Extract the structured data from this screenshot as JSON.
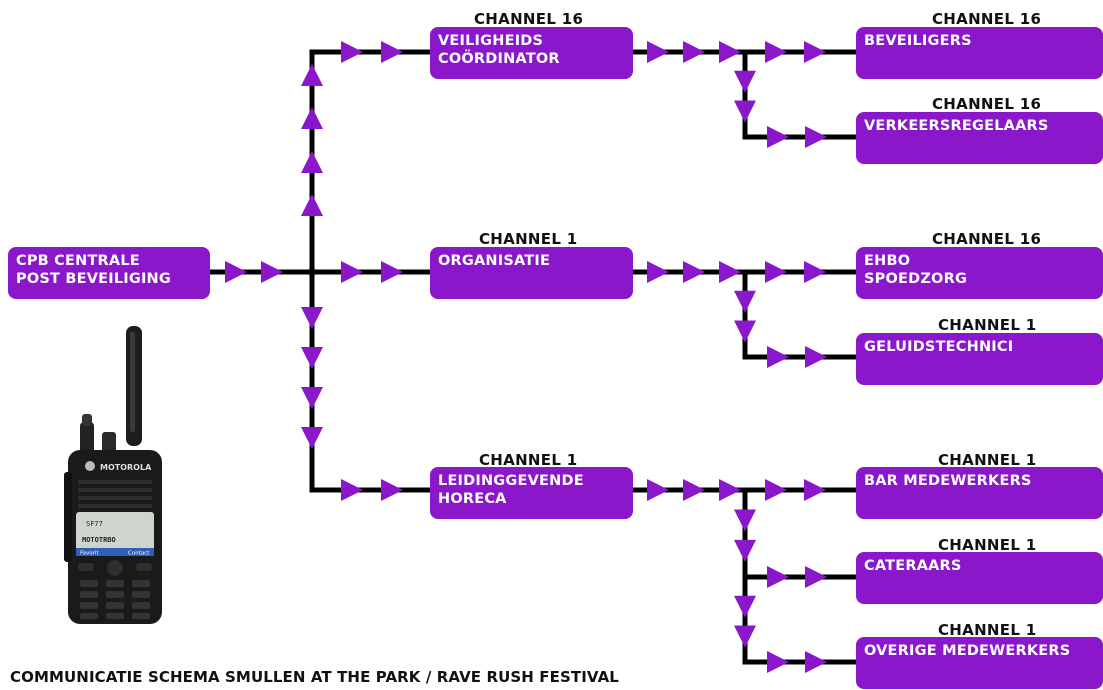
{
  "nodes": {
    "cpb": {
      "line1": "CPB CENTRALE",
      "line2": "POST BEVEILIGING"
    },
    "veiligheids": {
      "line1": "VEILIGHEIDS",
      "line2": "COÖRDINATOR",
      "channel": "CHANNEL 16"
    },
    "organisatie": {
      "line1": "ORGANISATIE",
      "channel": "CHANNEL 1"
    },
    "leidinggevende": {
      "line1": "LEIDINGGEVENDE",
      "line2": "HORECA",
      "channel": "CHANNEL 1"
    },
    "beveiligers": {
      "line1": "BEVEILIGERS",
      "channel": "CHANNEL 16"
    },
    "verkeersregelaars": {
      "line1": "VERKEERSREGELAARS",
      "channel": "CHANNEL 16"
    },
    "ehbo": {
      "line1": "EHBO",
      "line2": "SPOEDZORG",
      "channel": "CHANNEL 16"
    },
    "geluidstechnici": {
      "line1": "GELUIDSTECHNICI",
      "channel": "CHANNEL 1"
    },
    "bar": {
      "line1": "BAR MEDEWERKERS",
      "channel": "CHANNEL 1"
    },
    "cateraars": {
      "line1": "CATERAARS",
      "channel": "CHANNEL 1"
    },
    "overige": {
      "line1": "OVERIGE MEDEWERKERS",
      "channel": "CHANNEL 1"
    }
  },
  "radio": {
    "brand": "MOTOROLA",
    "screen_line1": "SF77",
    "screen_line2": "MOTOTRBO",
    "soft_left": "Favorit",
    "soft_right": "Contact"
  },
  "footer": {
    "title": "COMMUNICATIE SCHEMA SMULLEN AT THE PARK / RAVE RUSH FESTIVAL"
  },
  "colors": {
    "node": "#8a17c9",
    "arrow": "#8a17c9",
    "line": "#000000",
    "text": "#ffffff"
  }
}
